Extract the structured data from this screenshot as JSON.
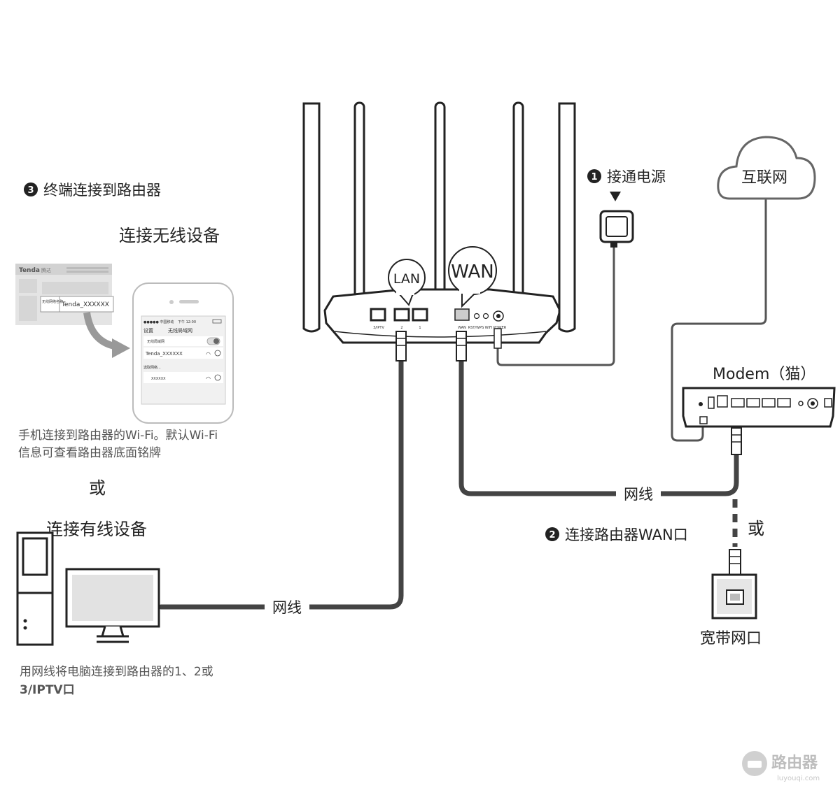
{
  "steps": {
    "terminal": {
      "badge": "3",
      "text": "终端连接到路由器"
    },
    "power": {
      "badge": "1",
      "text": "接通电源"
    },
    "wan": {
      "badge": "2",
      "text": "连接路由器WAN口"
    }
  },
  "wireless": {
    "heading": "连接无线设备",
    "label": {
      "brand": "Tenda",
      "brand_cn": "腾达",
      "ssid_caption": "无线网络名称",
      "ssid": "Tenda_XXXXXX"
    },
    "phone": {
      "status_left": "●●●●● 中国移动",
      "status_time": "下午 12:00",
      "back": "设置",
      "title": "无线局域网",
      "wlan_row": "无线局域网",
      "connected_ssid": "Tenda_XXXXXX",
      "choose": "选取网络...",
      "other_ssid": "XXXXXX"
    },
    "desc": [
      "手机连接到路由器的Wi-Fi。默认Wi-Fi",
      "信息可查看路由器底面铭牌"
    ]
  },
  "or_text": "或",
  "wired": {
    "heading": "连接有线设备",
    "desc": [
      "用网线将电脑连接到路由器的1、2或",
      "3/IPTV口"
    ]
  },
  "router": {
    "bubble_lan": "LAN",
    "bubble_wan": "WAN",
    "ports": [
      "3/IPTV",
      "2",
      "1",
      "WAN",
      "RST/WPS",
      "WIFI",
      "POWER"
    ]
  },
  "cable_label": "网线",
  "internet": "互联网",
  "modem": "Modem（猫）",
  "or_vertical": "或",
  "wall_port": "宽带网口",
  "watermark": {
    "name": "路由器",
    "url": "luyouqi.com"
  },
  "colors": {
    "cable": "#444444",
    "line": "#222222",
    "text": "#222222",
    "muted": "#555555"
  }
}
